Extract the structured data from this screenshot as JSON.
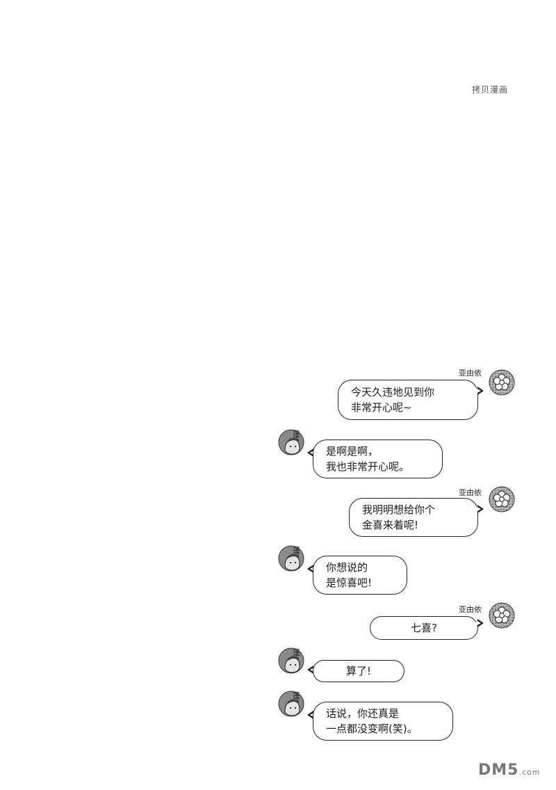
{
  "page": {
    "watermark": "拷贝漫画"
  },
  "users": {
    "ayui": "亚由依",
    "hou": "蓬"
  },
  "messages": [
    {
      "sender": "ayui",
      "lines": [
        "今天久违地见到你",
        "非常开心呢~"
      ]
    },
    {
      "sender": "hou",
      "lines": [
        "是啊是啊，",
        "我也非常开心呢。"
      ]
    },
    {
      "sender": "ayui",
      "lines": [
        "我明明想给你个",
        "金喜来着呢!"
      ]
    },
    {
      "sender": "hou",
      "lines": [
        "你想说的",
        "是惊喜吧!"
      ]
    },
    {
      "sender": "ayui",
      "lines": [
        "七喜?"
      ]
    },
    {
      "sender": "hou",
      "lines": [
        "算了!"
      ]
    },
    {
      "sender": "hou",
      "lines": [
        "话说，你还真是",
        "一点都没变啊(笑)。"
      ]
    }
  ],
  "logo": {
    "main": "DM5",
    "suffix": ".com"
  },
  "colors": {
    "ink": "#222222",
    "avatar_gray": "#8a8a8a",
    "avatar_light": "#d6d6d6"
  }
}
